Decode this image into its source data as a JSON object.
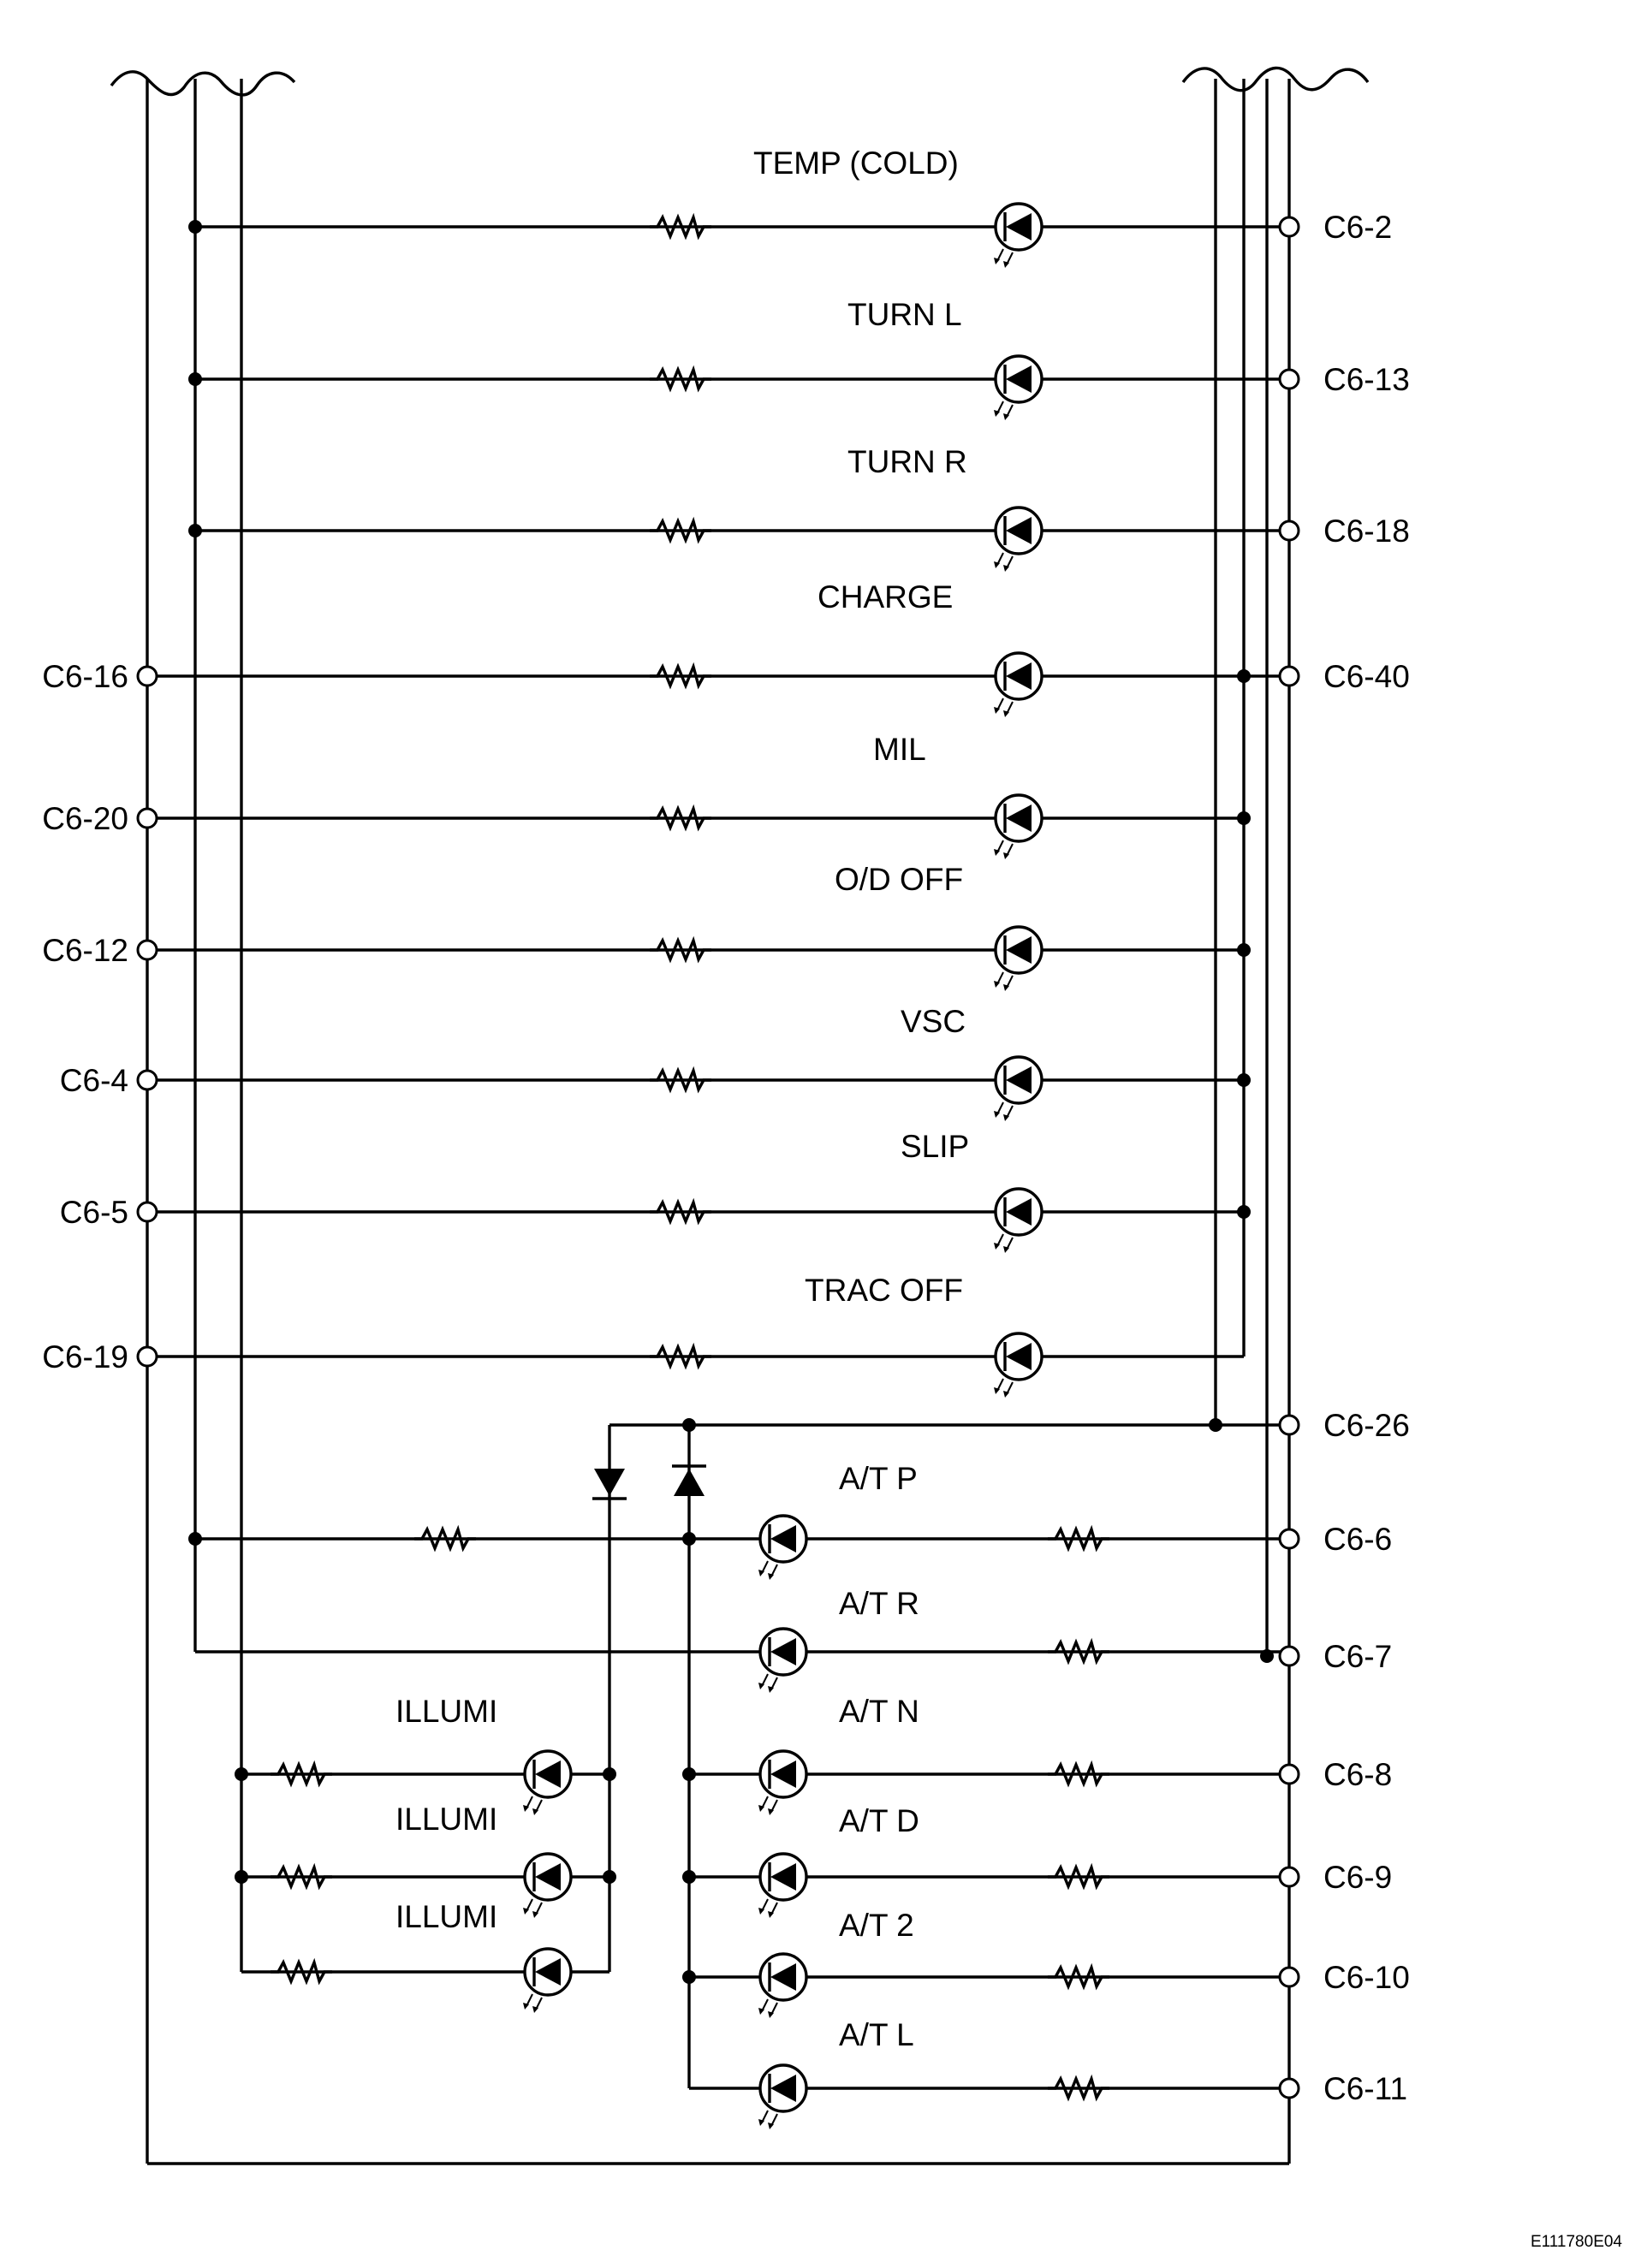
{
  "indicators": {
    "temp_cold": "TEMP (COLD)",
    "turn_l": "TURN L",
    "turn_r": "TURN R",
    "charge": "CHARGE",
    "mil": "MIL",
    "od_off": "O/D OFF",
    "vsc": "VSC",
    "slip": "SLIP",
    "trac_off": "TRAC OFF",
    "at_p": "A/T P",
    "at_r": "A/T R",
    "at_n": "A/T N",
    "at_d": "A/T D",
    "at_2": "A/T 2",
    "at_l": "A/T L",
    "illumi_1": "ILLUMI",
    "illumi_2": "ILLUMI",
    "illumi_3": "ILLUMI"
  },
  "terminals_right": {
    "c6_2": "C6-2",
    "c6_13": "C6-13",
    "c6_18": "C6-18",
    "c6_40": "C6-40",
    "c6_26": "C6-26",
    "c6_6": "C6-6",
    "c6_7": "C6-7",
    "c6_8": "C6-8",
    "c6_9": "C6-9",
    "c6_10": "C6-10",
    "c6_11": "C6-11"
  },
  "terminals_left": {
    "c6_16": "C6-16",
    "c6_20": "C6-20",
    "c6_12": "C6-12",
    "c6_4": "C6-4",
    "c6_5": "C6-5",
    "c6_19": "C6-19"
  },
  "figure_code": "E111780E04"
}
